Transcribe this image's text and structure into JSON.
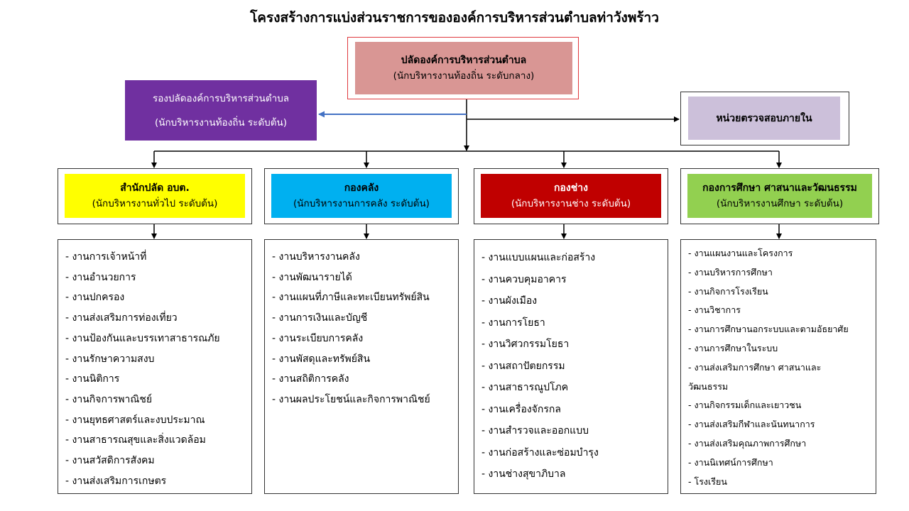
{
  "title": "โครงสร้างการแบ่งส่วนราชการขององค์การบริหารส่วนตำบลท่าวังพร้าว",
  "chief": {
    "name": "ปลัดองค์การบริหารส่วนตำบล",
    "position": "(นักบริหารงานท้องถิ่น ระดับกลาง)"
  },
  "deputy": {
    "name": "รองปลัดองค์การบริหารส่วนตำบล",
    "position": "(นักบริหารงานท้องถิ่น ระดับต้น)"
  },
  "audit": {
    "name": "หน่วยตรวจสอบภายใน"
  },
  "colors": {
    "chief": "#d99694",
    "chief_border": "#e0393e",
    "deputy": "#7030a0",
    "audit": "#ccc0da",
    "office": "#ffff00",
    "finance": "#00b0f0",
    "engineering": "#c00000",
    "education": "#92d050",
    "deputy_arrow": "#4472c4"
  },
  "departments": [
    {
      "name": "สำนักปลัด อบต.",
      "position": "(นักบริหารงานทั่วไป ระดับต้น)",
      "items": [
        "- งานการเจ้าหน้าที่",
        "- งานอำนวยการ",
        "- งานปกครอง",
        "- งานส่งเสริมการท่องเที่ยว",
        "- งานป้องกันและบรรเทาสาธารณภัย",
        "- งานรักษาความสงบ",
        "- งานนิติการ",
        "- งานกิจการพาณิชย์",
        "- งานยุทธศาสตร์และงบประมาณ",
        "- งานสาธารณสุขและสิ่งแวดล้อม",
        "- งานสวัสดิการสังคม",
        "- งานส่งเสริมการเกษตร"
      ]
    },
    {
      "name": "กองคลัง",
      "position": "(นักบริหารงานการคลัง ระดับต้น)",
      "items": [
        "- งานบริหารงานคลัง",
        "- งานพัฒนารายได้",
        "- งานแผนที่ภาษีและทะเบียนทรัพย์สิน",
        "- งานการเงินและบัญชี",
        "- งานระเบียบการคลัง",
        "- งานพัสดุและทรัพย์สิน",
        "- งานสถิติการคลัง",
        "- งานผลประโยชน์และกิจการพาณิชย์"
      ]
    },
    {
      "name": "กองช่าง",
      "position": "(นักบริหารงานช่าง ระดับต้น)",
      "items": [
        "- งานแบบแผนและก่อสร้าง",
        "- งานควบคุมอาคาร",
        "- งานผังเมือง",
        "- งานการโยธา",
        "- งานวิศวกรรมโยธา",
        "- งานสถาปัตยกรรม",
        "- งานสาธารณูปโภค",
        "- งานเครื่องจักรกล",
        "- งานสำรวจและออกแบบ",
        "- งานก่อสร้างและซ่อมบำรุง",
        "- งานช่างสุขาภิบาล"
      ]
    },
    {
      "name": "กองการศึกษา ศาสนาและวัฒนธรรม",
      "position": "(นักบริหารงานศึกษา ระดับต้น)",
      "items": [
        "- งานแผนงานและโครงการ",
        "- งานบริหารการศึกษา",
        "- งานกิจการโรงเรียน",
        "- งานวิชาการ",
        "- งานการศึกษานอกระบบและตามอัธยาศัย",
        "- งานการศึกษาในระบบ",
        "- งานส่งเสริมการศึกษา ศาสนาและ",
        "วัฒนธรรม",
        "- งานกิจกรรมเด็กและเยาวชน",
        "- งานส่งเสริมกีฬาและนันทนาการ",
        "- งานส่งเสริมคุณภาพการศึกษา",
        "- งานนิเทศน์การศึกษา",
        "- โรงเรียน"
      ]
    }
  ]
}
